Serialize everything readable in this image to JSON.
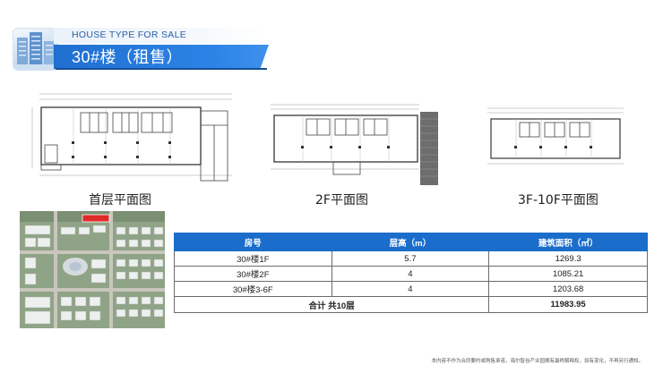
{
  "header": {
    "subtitle": "HOUSE TYPE FOR SALE",
    "title": "30#楼（租售）",
    "accent_color": "#1f6fd0"
  },
  "plans": [
    {
      "caption": "首层平面图"
    },
    {
      "caption": "2F平面图"
    },
    {
      "caption": "3F-10F平面图"
    }
  ],
  "table": {
    "headers": [
      "房号",
      "层高（m）",
      "建筑面积（㎡）"
    ],
    "rows": [
      [
        "30#楼1F",
        "5.7",
        "1269.3"
      ],
      [
        "30#楼2F",
        "4",
        "1085.21"
      ],
      [
        "30#楼3-6F",
        "4",
        "1203.68"
      ]
    ],
    "total": {
      "label": "合计 共10层",
      "area": "11983.95"
    }
  },
  "footnote": "本内容不作为合同要约或购售承诺，海尔智谷产业园拥有最终解释权，如有变化，不再另行通知。"
}
